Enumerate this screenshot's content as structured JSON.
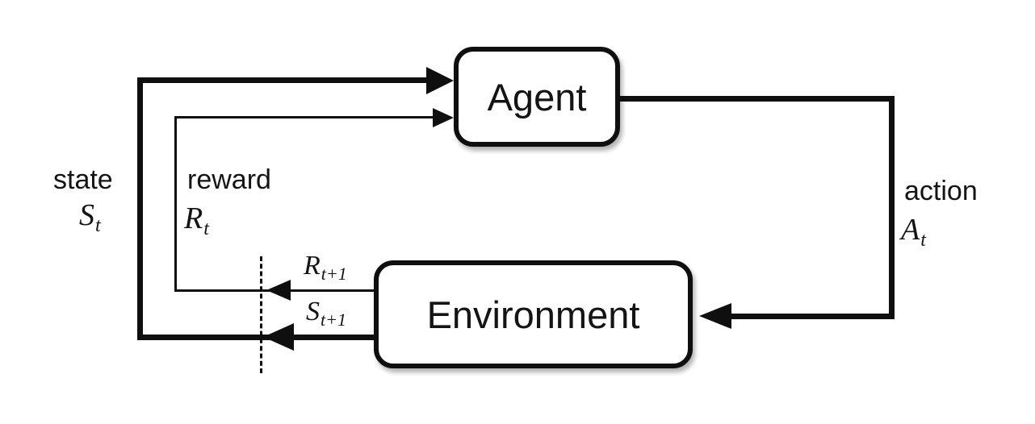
{
  "diagram": {
    "background": "#ffffff",
    "line_color": "#0f0f0f",
    "agent": {
      "label": "Agent"
    },
    "environment": {
      "label": "Environment"
    },
    "state": {
      "label": "state",
      "base": "S",
      "sub": "t"
    },
    "reward": {
      "label": "reward",
      "base": "R",
      "sub": "t"
    },
    "action": {
      "label": "action",
      "base": "A",
      "sub": "t"
    },
    "next_reward": {
      "base": "R",
      "sub": "t+1"
    },
    "next_state": {
      "base": "S",
      "sub": "t+1"
    }
  }
}
